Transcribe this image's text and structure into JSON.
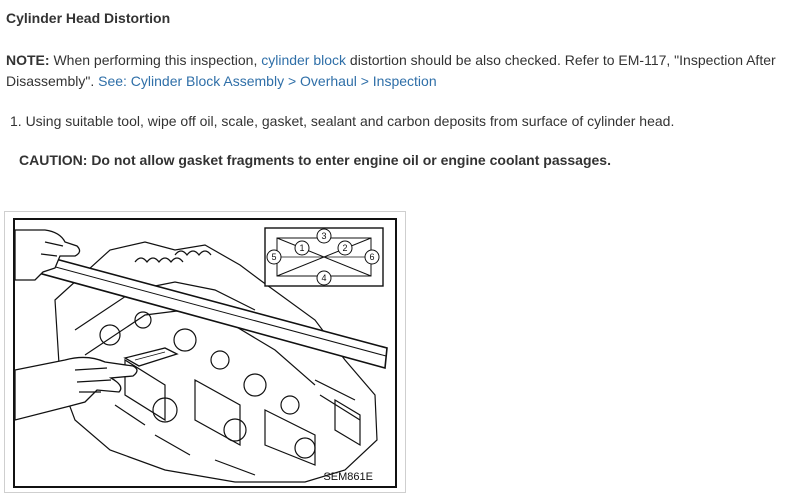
{
  "section_title": "Cylinder Head Distortion",
  "note": {
    "label": "NOTE:",
    "text_before": " When performing this inspection, ",
    "link1": "cylinder block",
    "text_after": " distortion should be also checked. Refer to EM-117, \"Inspection After Disassembly\". ",
    "link2": "See: Cylinder Block Assembly > Overhaul > Inspection"
  },
  "step1": "1. Using suitable tool, wipe off oil, scale, gasket, sealant and carbon deposits from surface of cylinder head.",
  "caution": "CAUTION: Do not allow gasket fragments to enter engine oil or engine coolant passages.",
  "figure": {
    "code": "SEM861E",
    "diagram_numbers": [
      "1",
      "2",
      "3",
      "4",
      "5",
      "6"
    ]
  }
}
